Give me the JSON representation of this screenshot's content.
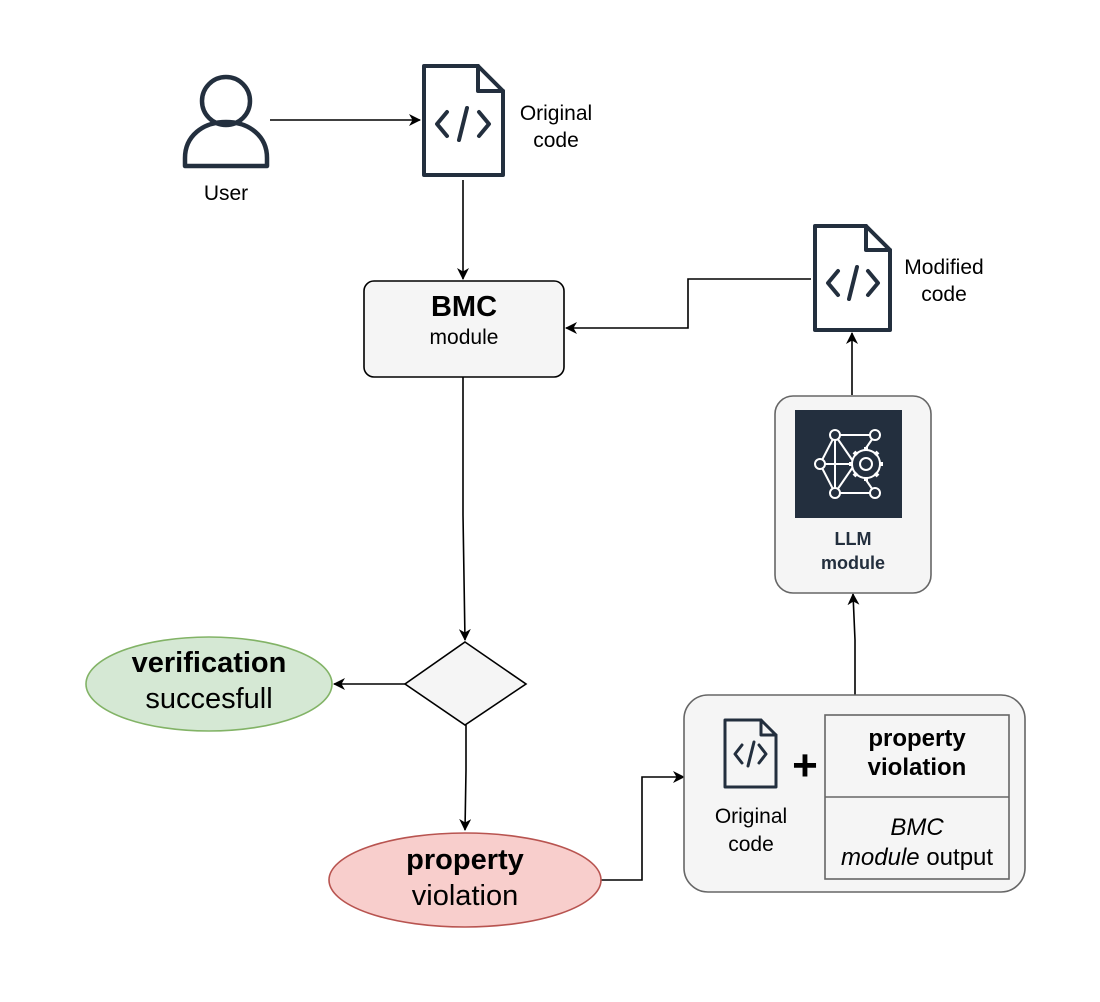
{
  "user": {
    "label": "User"
  },
  "original_code_doc": {
    "line1": "Original",
    "line2": "code"
  },
  "modified_code_doc": {
    "line1": "Modified",
    "line2": "code"
  },
  "bmc_module": {
    "title": "BMC",
    "subtitle": "module"
  },
  "llm_module": {
    "title": "LLM",
    "subtitle": "module"
  },
  "verification_result": {
    "bold": "verification",
    "normal": "succesfull"
  },
  "violation_result": {
    "bold": "property",
    "normal": "violation"
  },
  "feedback_bundle": {
    "code_label_line1": "Original",
    "code_label_line2": "code",
    "plus": "+",
    "table_header_line1": "property",
    "table_header_line2": "violation",
    "table_body_italic_line1": "BMC",
    "table_body_italic_line2": "module",
    "table_body_normal": "output"
  },
  "colors": {
    "stroke": "#000000",
    "icon_dark": "#232f3e",
    "box_fill": "#f5f5f5",
    "box_border": "#666666",
    "success_fill": "#d5e8d4",
    "success_border": "#82b366",
    "error_fill": "#f8cecc",
    "error_border": "#b85450"
  }
}
